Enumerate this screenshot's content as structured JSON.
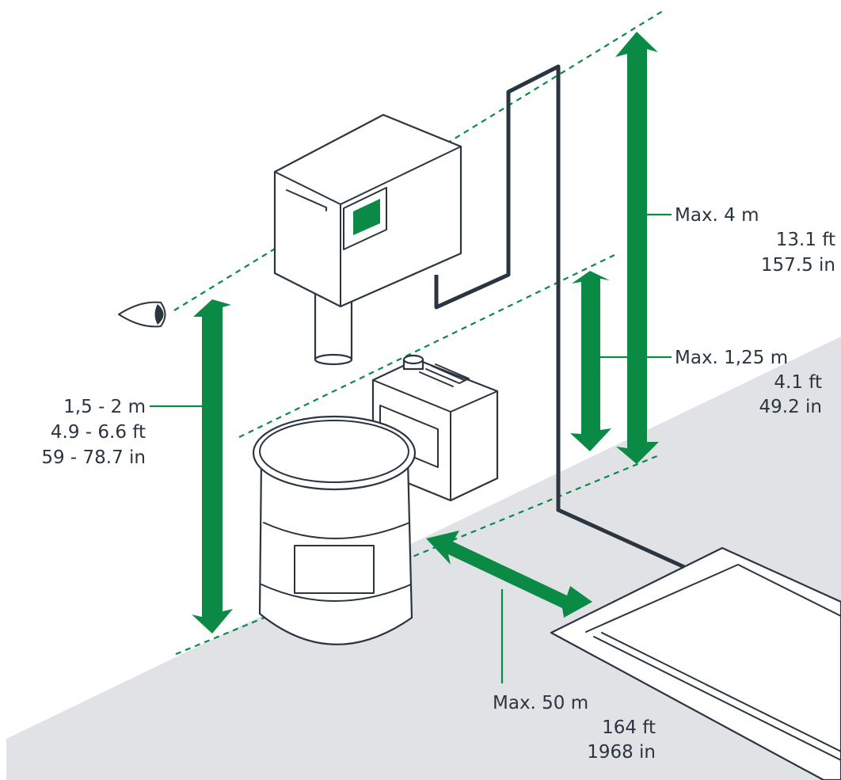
{
  "colors": {
    "accent_green": "#0b8a45",
    "floor_gray": "#e1e2e6",
    "outline": "#2b3540",
    "pipe": "#2b3540"
  },
  "icons": {
    "eye": "eye-icon",
    "wall_unit": "wall-unit",
    "canister": "canister",
    "drum": "drum",
    "floor_tray": "floor-tray"
  },
  "labels": {
    "eye_height": {
      "line1": "1,5 - 2 m",
      "line2": "4.9 - 6.6 ft",
      "line3": "59 - 78.7 in"
    },
    "max_height": {
      "line1": "Max. 4 m",
      "line2": "13.1 ft",
      "line3": "157.5 in"
    },
    "max_suction": {
      "line1": "Max. 1,25 m",
      "line2": "4.1 ft",
      "line3": "49.2 in"
    },
    "max_distance": {
      "line1": "Max. 50 m",
      "line2": "164 ft",
      "line3": "1968 in"
    }
  }
}
